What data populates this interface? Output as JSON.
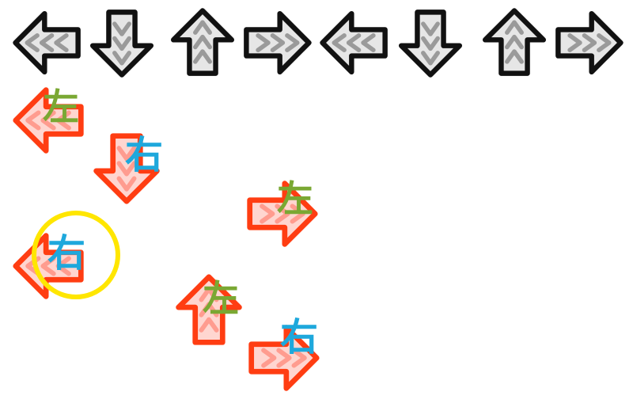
{
  "receptors": [
    {
      "direction": "left"
    },
    {
      "direction": "down"
    },
    {
      "direction": "up"
    },
    {
      "direction": "right"
    },
    {
      "direction": "left"
    },
    {
      "direction": "down"
    },
    {
      "direction": "up"
    },
    {
      "direction": "right"
    }
  ],
  "notes": [
    {
      "direction": "left",
      "label": "左"
    },
    {
      "direction": "down",
      "label": "右"
    },
    {
      "direction": "right",
      "label": "左"
    },
    {
      "direction": "left",
      "label": "右",
      "highlighted": true
    },
    {
      "direction": "up",
      "label": "左"
    },
    {
      "direction": "right",
      "label": "右"
    }
  ],
  "colors": {
    "receptor_outline": "#111111",
    "receptor_fill": "#e6e6e6",
    "receptor_chevron": "#9a9a9a",
    "note_outline": "#ff3d12",
    "note_fill": "#ffd6d0",
    "note_chevron": "#ff9c8f",
    "label_left_char": "#7aa833",
    "label_right_char": "#1ea8dc",
    "highlight_ring": "#ffe600"
  }
}
